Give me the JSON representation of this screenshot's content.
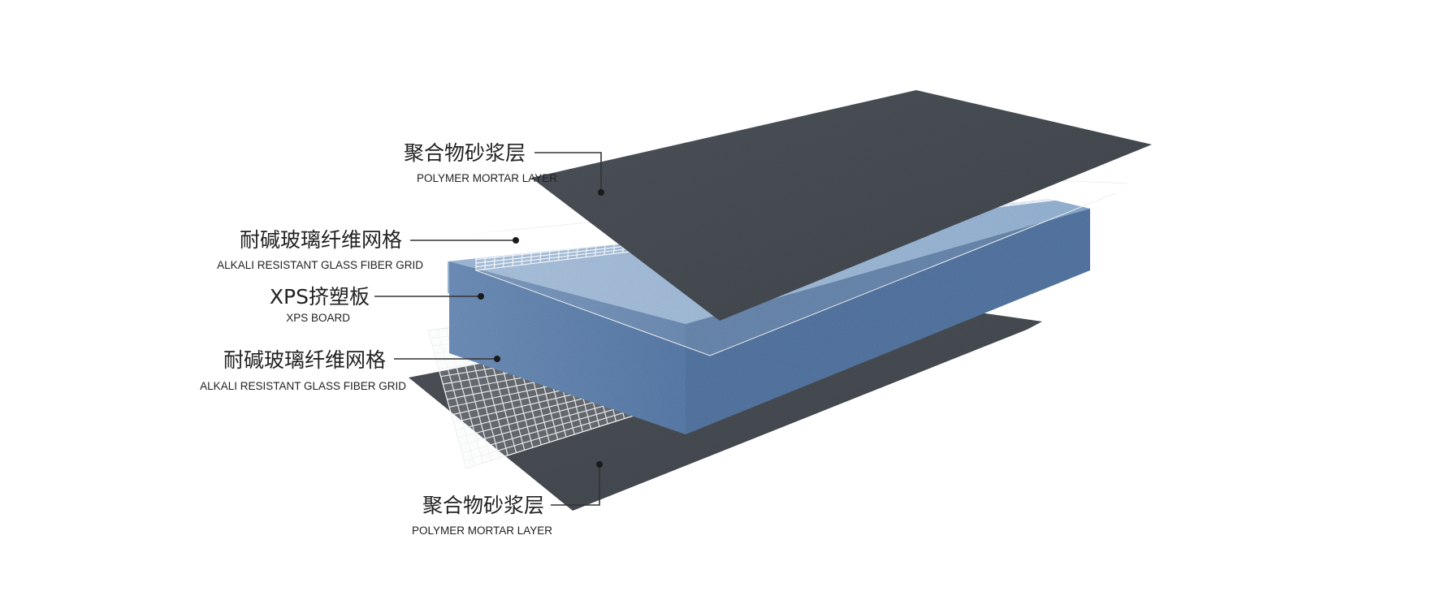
{
  "layers": [
    {
      "id": "top-mortar",
      "name_zh": "聚合物砂浆层",
      "name_en": "POLYMER MORTAR LAYER"
    },
    {
      "id": "top-grid",
      "name_zh": "耐碱玻璃纤维网格",
      "name_en": "ALKALI RESISTANT GLASS FIBER GRID"
    },
    {
      "id": "xps",
      "name_zh": "XPS挤塑板",
      "name_en": "XPS BOARD"
    },
    {
      "id": "bottom-grid",
      "name_zh": "耐碱玻璃纤维网格",
      "name_en": "ALKALI RESISTANT GLASS FIBER GRID"
    },
    {
      "id": "bottom-mortar",
      "name_zh": "聚合物砂浆层",
      "name_en": "POLYMER MORTAR LAYER"
    }
  ],
  "colors": {
    "mortar": "#4a4f56",
    "xps_top": "#9bb7d3",
    "xps_front": "#6c8fb8",
    "xps_side": "#5d7fa8",
    "grid_line": "#f2f2f2"
  }
}
